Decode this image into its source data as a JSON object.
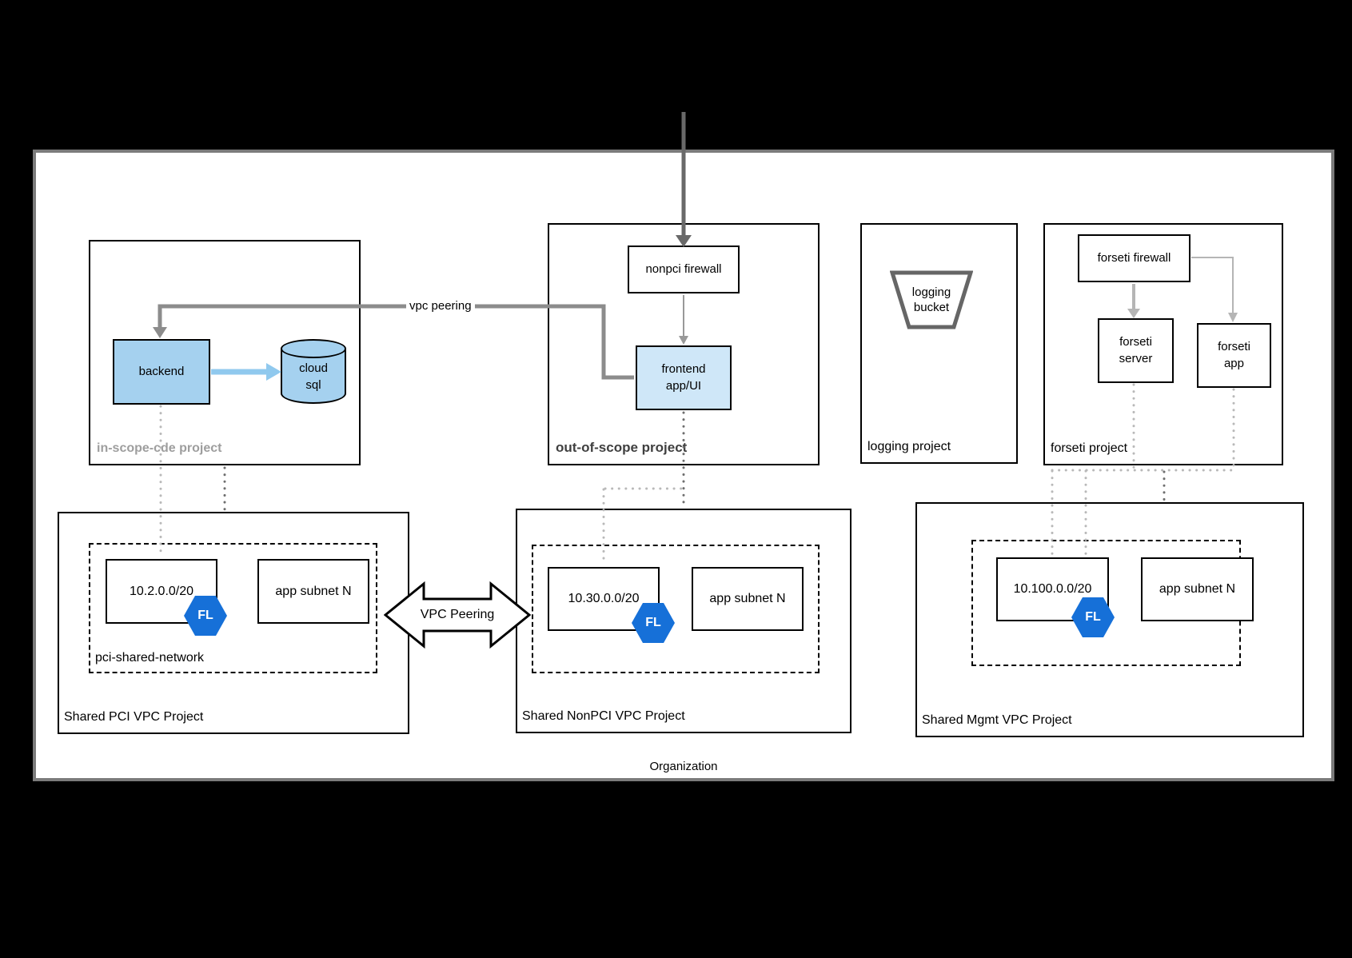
{
  "colors": {
    "background": "#000000",
    "surface": "#ffffff",
    "org_border": "#7b7b7b",
    "node_fill_blue": "#a5d1ef",
    "frontend_fill_blue": "#cfe7f8",
    "badge_blue": "#1670d8",
    "connector_gray": "#8c8c8c",
    "connector_dark_gray": "#696969",
    "connector_light_gray": "#b5b5b5",
    "arrow_blue": "#90c9ee",
    "dotted_light": "#b9b9b9",
    "dotted_dark": "#6e6e6e",
    "bucket_border": "#666666",
    "muted_label": "#9e9e9e",
    "dark_label": "#404040"
  },
  "organization": {
    "label": "Organization"
  },
  "in_scope_project": {
    "title": "in-scope-cde project",
    "backend": "backend",
    "cloud_sql": "cloud\nsql"
  },
  "out_of_scope_project": {
    "title": "out-of-scope project",
    "firewall": "nonpci firewall",
    "frontend": "frontend\napp/UI"
  },
  "logging_project": {
    "title": "logging project",
    "bucket": "logging\nbucket"
  },
  "forseti_project": {
    "title": "forseti project",
    "firewall": "forseti firewall",
    "server": "forseti\nserver",
    "app": "forseti\napp"
  },
  "shared_pci": {
    "title": "Shared PCI VPC Project",
    "network": "pci-shared-network",
    "subnet_cidr": "10.2.0.0/20",
    "subnet_n": "app subnet N",
    "badge": "FL"
  },
  "shared_nonpci": {
    "title": "Shared NonPCI VPC Project",
    "subnet_cidr": "10.30.0.0/20",
    "subnet_n": "app subnet N",
    "badge": "FL"
  },
  "shared_mgmt": {
    "title": "Shared Mgmt VPC Project",
    "subnet_cidr": "10.100.0.0/20",
    "subnet_n": "app subnet N",
    "badge": "FL"
  },
  "connectors": {
    "vpc_peering_line": "vpc peering",
    "vpc_peering_arrow": "VPC Peering"
  }
}
